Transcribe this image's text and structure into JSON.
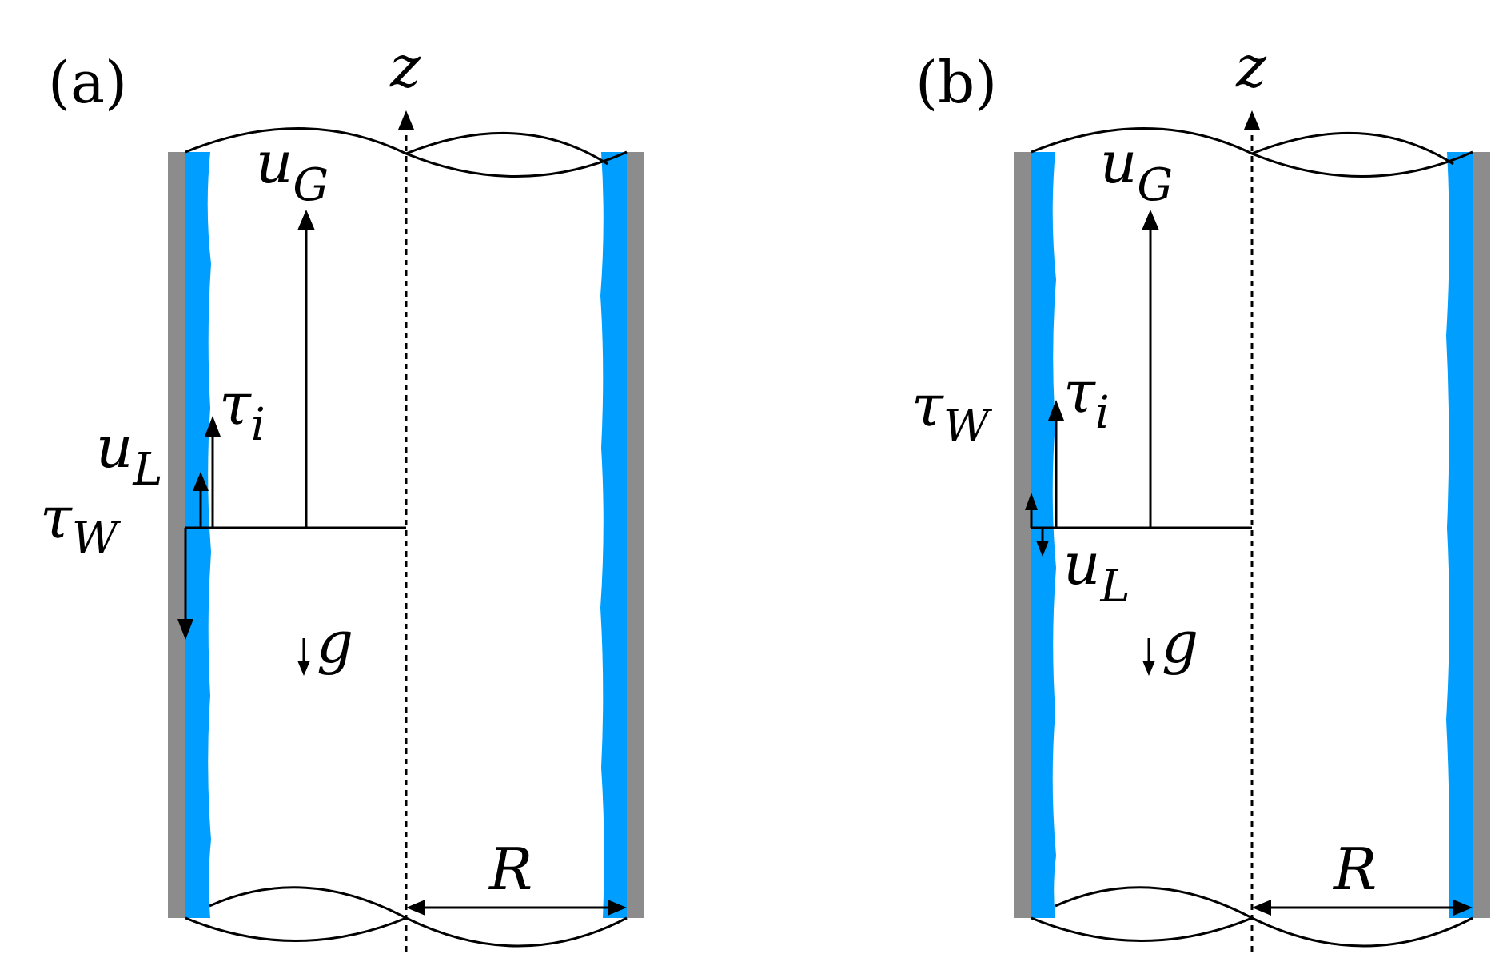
{
  "colors": {
    "wall": "#8c8c8c",
    "film": "#009eff",
    "line": "#000000",
    "background": "#ffffff"
  },
  "panels": [
    {
      "label": "(a)",
      "axis": "z",
      "gas_velocity": {
        "symbol": "u",
        "sub": "G"
      },
      "interfacial_stress": {
        "symbol": "τ",
        "sub": "i"
      },
      "liquid_velocity": {
        "symbol": "u",
        "sub": "L"
      },
      "wall_stress": {
        "symbol": "τ",
        "sub": "W"
      },
      "gravity": "g",
      "radius": "R"
    },
    {
      "label": "(b)",
      "axis": "z",
      "gas_velocity": {
        "symbol": "u",
        "sub": "G"
      },
      "interfacial_stress": {
        "symbol": "τ",
        "sub": "i"
      },
      "liquid_velocity": {
        "symbol": "u",
        "sub": "L"
      },
      "wall_stress": {
        "symbol": "τ",
        "sub": "W"
      },
      "gravity": "g",
      "radius": "R"
    }
  ]
}
